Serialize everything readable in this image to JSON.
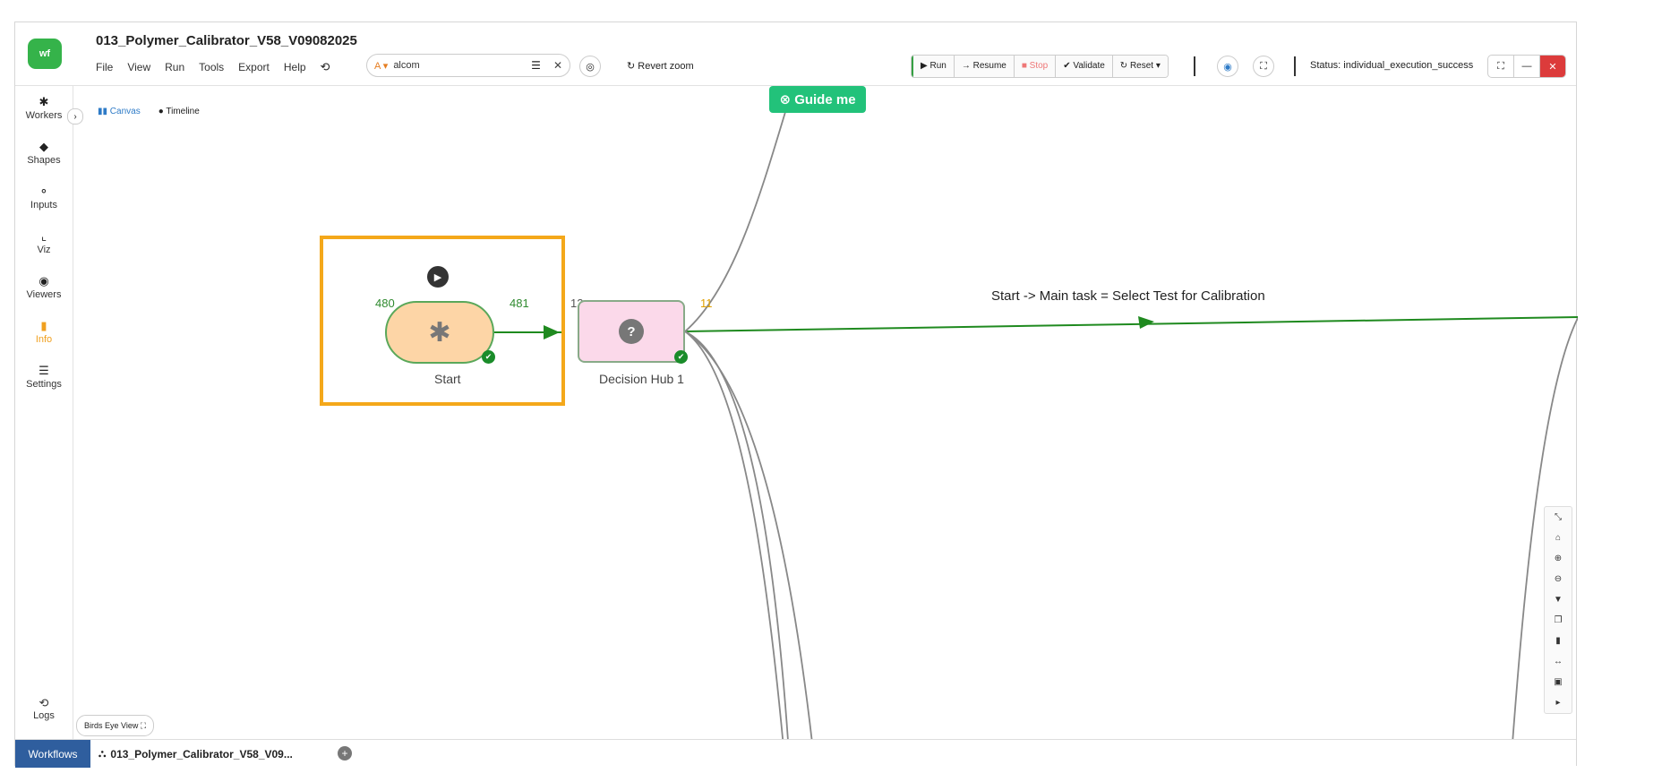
{
  "header": {
    "logo_text": "wf",
    "title": "013_Polymer_Calibrator_V58_V09082025",
    "menus": [
      "File",
      "View",
      "Run",
      "Tools",
      "Export",
      "Help"
    ],
    "search": {
      "prefix": "A ▾",
      "value": "alcom"
    },
    "revert_zoom": "Revert zoom",
    "toolbar": {
      "run": "▶ Run",
      "resume": "→ Resume",
      "stop": "■ Stop",
      "validate": "✔ Validate",
      "reset": "↻ Reset ▾"
    },
    "status": "Status: individual_execution_success"
  },
  "sidebar": {
    "items": [
      {
        "label": "Workers",
        "icon": "✱"
      },
      {
        "label": "Shapes",
        "icon": "◆"
      },
      {
        "label": "Inputs",
        "icon": "⚬"
      },
      {
        "label": "Viz",
        "icon": "⌞"
      },
      {
        "label": "Viewers",
        "icon": "◉"
      },
      {
        "label": "Info",
        "icon": "▮"
      },
      {
        "label": "Settings",
        "icon": "☰"
      }
    ],
    "logs": "Logs"
  },
  "view_tabs": {
    "canvas": "Canvas",
    "timeline": "Timeline"
  },
  "canvas": {
    "guide_me": "Guide me",
    "start_node": {
      "label": "Start",
      "symbol": "✱",
      "in_port": "480",
      "out_port": "481"
    },
    "hub_node": {
      "label": "Decision Hub 1",
      "symbol": "?",
      "in_port": "12",
      "out_port": "11"
    },
    "edge_label": "Start -> Main task = Select Test for Calibration"
  },
  "bottom": {
    "birds_eye": "Birds Eye View ⛶",
    "workflows_tab": "Workflows",
    "doc_tab": "013_Polymer_Calibrator_V58_V09..."
  },
  "colors": {
    "accent_green": "#35b34a",
    "selection": "#f4a81a",
    "workflows_tab": "#2f5e9e"
  }
}
